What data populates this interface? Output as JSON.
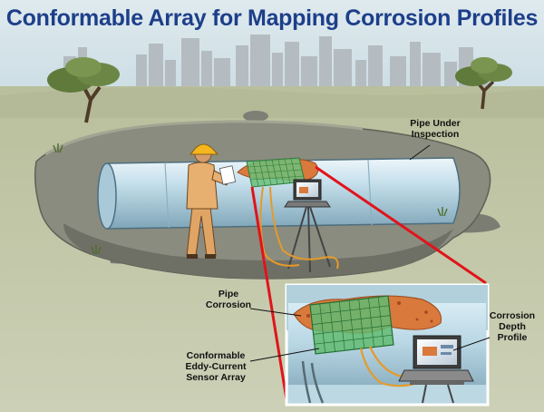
{
  "title": "Conformable Array for Mapping Corrosion Profiles",
  "labels": {
    "pipe_under_inspection": [
      "Pipe Under",
      "Inspection"
    ],
    "pipe_corrosion": [
      "Pipe",
      "Corrosion"
    ],
    "corrosion_depth_profile": [
      "Corrosion",
      "Depth",
      "Profile"
    ],
    "sensor_array": [
      "Conformable",
      "Eddy-Current",
      "Sensor Array"
    ]
  },
  "colors": {
    "title": "#1d3f8a",
    "sky": "#d4e4ea",
    "ground": "#c2c6a8",
    "pit": "#8b8d80",
    "pipe": "#bfd9e6",
    "corrosion": "#d9793c",
    "sensor_grid": "#3aa44e",
    "pointer_line": "#e0141b",
    "worker_suit": "#e7b070",
    "hard_hat": "#f5b61e",
    "cable": "#e59a2a"
  }
}
